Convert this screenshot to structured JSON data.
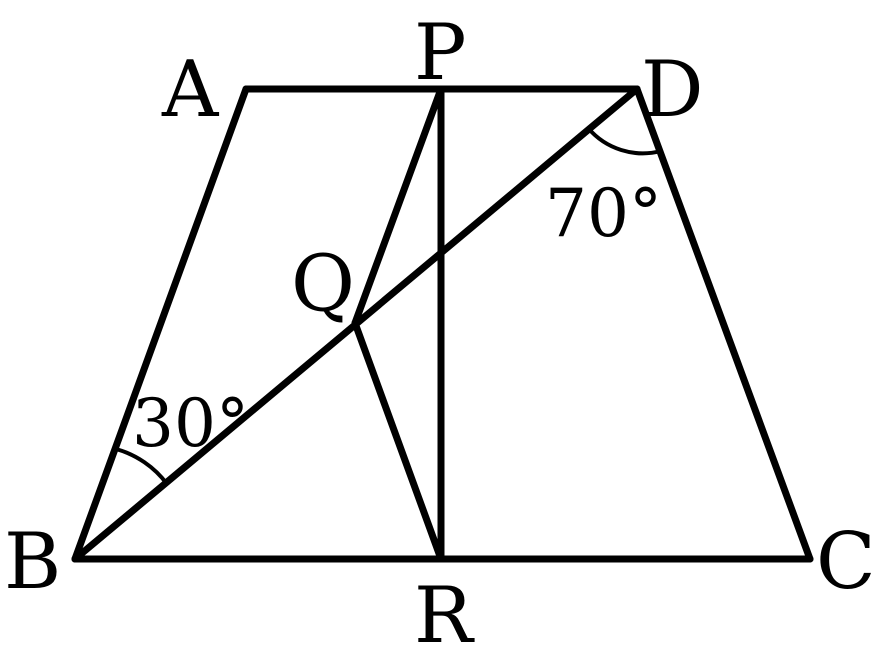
{
  "points": {
    "A": {
      "label": "A"
    },
    "P": {
      "label": "P"
    },
    "D": {
      "label": "D"
    },
    "Q": {
      "label": "Q"
    },
    "B": {
      "label": "B"
    },
    "R": {
      "label": "R"
    },
    "C": {
      "label": "C"
    }
  },
  "angles": {
    "at_B": {
      "label": "30°",
      "vertex": "B"
    },
    "at_D": {
      "label": "70°",
      "vertex": "D"
    }
  },
  "segments": [
    [
      "A",
      "D"
    ],
    [
      "B",
      "C"
    ],
    [
      "A",
      "B"
    ],
    [
      "D",
      "C"
    ],
    [
      "B",
      "D"
    ],
    [
      "P",
      "R"
    ],
    [
      "P",
      "Q"
    ],
    [
      "Q",
      "R"
    ]
  ],
  "colors": {
    "stroke": "#000000",
    "background": "#ffffff"
  }
}
